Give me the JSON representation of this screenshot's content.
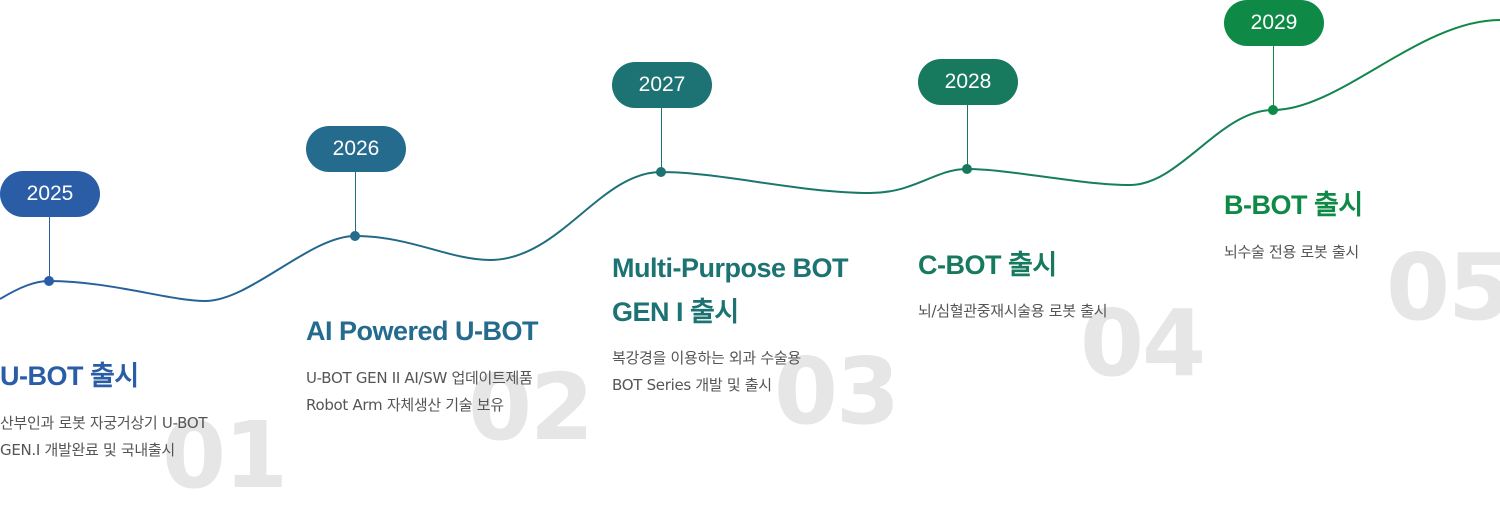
{
  "colors": {
    "m1": "#2a5da6",
    "m2": "#246b8e",
    "m3": "#1d7373",
    "m4": "#177a5f",
    "m5": "#0f8a46",
    "curve": "#1a6f6a",
    "watermark": "#e6e6e6",
    "desc_text": "#555555"
  },
  "milestones": [
    {
      "year": "2025",
      "number": "01",
      "title": [
        "U-BOT 출시"
      ],
      "desc": [
        "산부인과 로봇 자궁거상기 U-BOT",
        "GEN.I 개발완료 및 국내출시"
      ]
    },
    {
      "year": "2026",
      "number": "02",
      "title": [
        "AI Powered U-BOT"
      ],
      "desc": [
        "U-BOT GEN II AI/SW 업데이트제품",
        "Robot Arm 자체생산 기술 보유"
      ]
    },
    {
      "year": "2027",
      "number": "03",
      "title": [
        "Multi-Purpose BOT",
        "GEN I 출시"
      ],
      "desc": [
        "복강경을 이용하는 외과 수술용",
        "BOT Series 개발 및 출시"
      ]
    },
    {
      "year": "2028",
      "number": "04",
      "title": [
        "C-BOT 출시"
      ],
      "desc": [
        "뇌/심혈관중재시술용 로봇 출시"
      ]
    },
    {
      "year": "2029",
      "number": "05",
      "title": [
        "B-BOT 출시"
      ],
      "desc": [
        "뇌수술 전용 로봇 출시"
      ]
    }
  ]
}
